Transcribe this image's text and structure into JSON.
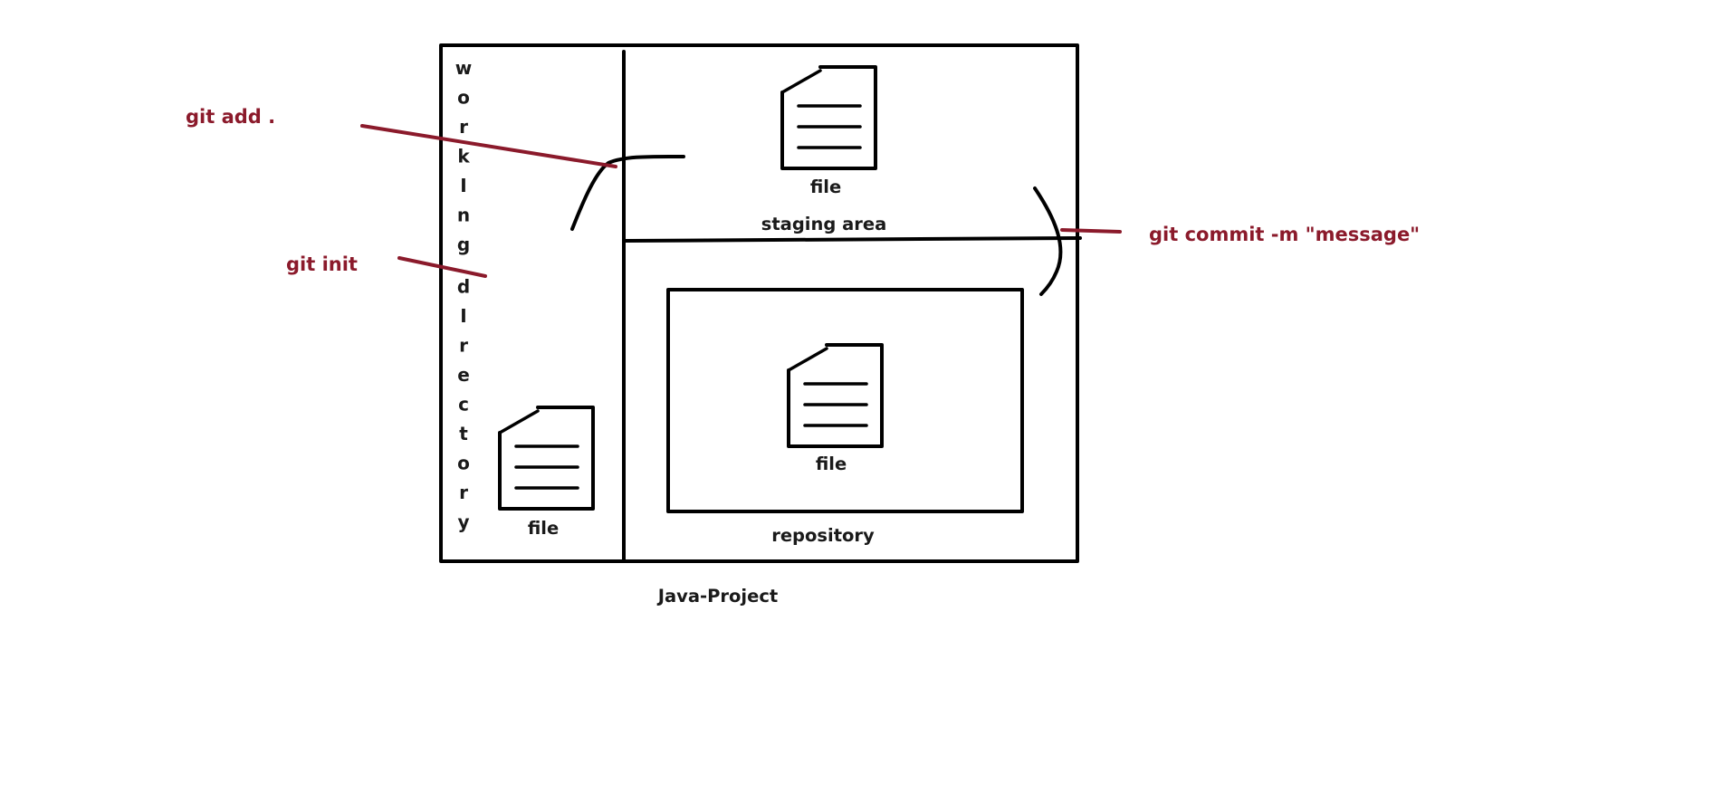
{
  "colors": {
    "ink": "#000000",
    "command": "#8b1a2b",
    "background": "#ffffff"
  },
  "labels": {
    "working_directory": "working directory",
    "working_directory_chars": [
      "w",
      "o",
      "r",
      "k",
      "I",
      "n",
      "g",
      "d",
      "I",
      "r",
      "e",
      "c",
      "t",
      "o",
      "r",
      "y"
    ],
    "file_working": "file",
    "file_staging": "file",
    "file_repository": "file",
    "staging_area": "staging area",
    "repository": "repository",
    "project": "Java-Project"
  },
  "commands": {
    "add": "git add .",
    "init": "git init",
    "commit": "git commit  -m \"message\""
  },
  "icons": [
    "document-icon",
    "document-icon",
    "document-icon"
  ]
}
